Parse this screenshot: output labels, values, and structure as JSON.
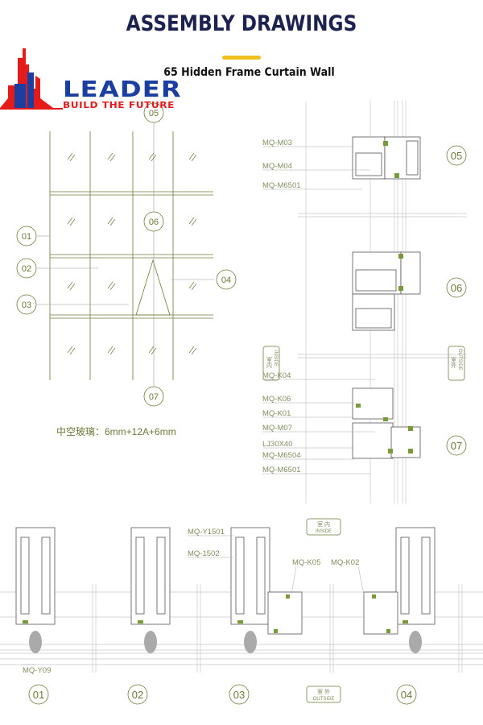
{
  "header": {
    "title": "ASSEMBLY DRAWINGS",
    "subtitle": "65 Hidden Frame Curtain Wall"
  },
  "logo": {
    "word": "LEADER",
    "tagline": "BUILD THE FUTURE"
  },
  "colors": {
    "title": "#1c2250",
    "accent": "#f0c020",
    "label": "#7f8f5f",
    "line": "#b8b8b8",
    "grid": "#6b7a3a"
  },
  "elevation": {
    "callouts": [
      "01",
      "02",
      "03",
      "04",
      "05",
      "06",
      "07"
    ],
    "glass_spec": "中空玻璃：6mm+12A+6mm"
  },
  "vertical_section": {
    "labels_05": [
      "MQ-M03",
      "MQ-M04",
      "MQ-M6501"
    ],
    "labels_07": [
      "MQ-K04",
      "MQ-K06",
      "MQ-K01",
      "MQ-M07",
      "LJ30X40",
      "MQ-M6504",
      "MQ-M6501"
    ],
    "callouts": [
      "05",
      "06",
      "07"
    ],
    "inside_cn": "室内",
    "inside_en": "INSIDE",
    "outside_cn": "室外",
    "outside_en": "OUTSIDE"
  },
  "horizontal_section": {
    "labels": [
      "MQ-Y1501",
      "MQ-1502",
      "MQ-K05",
      "MQ-K02",
      "MQ-Y09"
    ],
    "callouts": [
      "01",
      "02",
      "03",
      "04"
    ],
    "inside_cn": "室 内",
    "inside_en": "INSIDE",
    "outside_cn": "室 外",
    "outside_en": "OUTSIDE"
  }
}
